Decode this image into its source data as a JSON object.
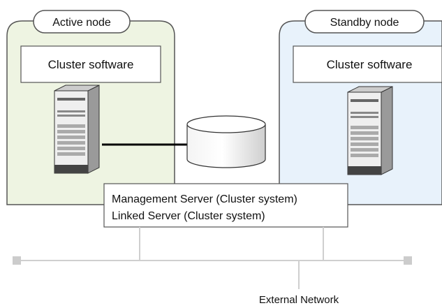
{
  "nodes": {
    "active": {
      "title": "Active node",
      "software": "Cluster software"
    },
    "standby": {
      "title": "Standby node",
      "software": "Cluster software"
    }
  },
  "shared_box": {
    "line1": "Management Server (Cluster system)",
    "line2": "Linked Server (Cluster system)"
  },
  "network": {
    "label": "External Network"
  },
  "colors": {
    "active_fill": "#eef4e2",
    "standby_fill": "#e8f2fb",
    "outline": "#555555",
    "network_line": "#cfcfcf",
    "connector": "#000000"
  }
}
